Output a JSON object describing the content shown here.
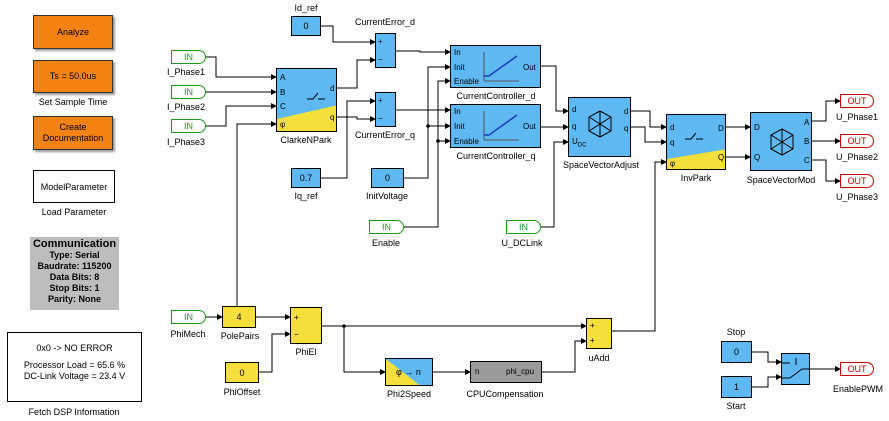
{
  "buttons": {
    "analyze": "Analyze",
    "sample_time": "Ts =  50.0us",
    "sample_time_caption": "Set Sample Time",
    "create_doc": "Create Documentation",
    "model_param": "ModelParameter",
    "model_param_caption": "Load Parameter"
  },
  "communication": {
    "title": "Communication",
    "type": "Type: Serial",
    "baudrate": "Baudrate: 115200",
    "data_bits": "Data Bits: 8",
    "stop_bits": "Stop Bits: 1",
    "parity": "Parity: None"
  },
  "dsp_info": {
    "status": "0x0 -> NO ERROR",
    "load": "Processor Load =  65.6 %",
    "voltage": "DC-Link Voltage =  23.4 V",
    "caption": "Fetch DSP Information"
  },
  "inports": {
    "in_text": "IN",
    "i_phase1": "I_Phase1",
    "i_phase2": "I_Phase2",
    "i_phase3": "I_Phase3",
    "enable": "Enable",
    "u_dclink": "U_DCLink",
    "phimech": "PhiMech"
  },
  "outports": {
    "out_text": "OUT",
    "u_phase1": "U_Phase1",
    "u_phase2": "U_Phase2",
    "u_phase3": "U_Phase3",
    "enablepwm": "EnablePWM"
  },
  "constants": {
    "id_ref_value": "0",
    "id_ref_label": "Id_ref",
    "iq_ref_value": "0.7",
    "iq_ref_label": "Iq_ref",
    "initvoltage_value": "0",
    "initvoltage_label": "InitVoltage",
    "polepairs_value": "4",
    "polepairs_label": "PolePairs",
    "phioffset_value": "0",
    "phioffset_label": "PhiOffset",
    "stop_value": "0",
    "stop_label": "Stop",
    "start_value": "1",
    "start_label": "Start"
  },
  "blocks": {
    "clarke_label": "ClarkeNPark",
    "clarke_a": "A",
    "clarke_b": "B",
    "clarke_c": "C",
    "clarke_phi": "φ",
    "clarke_d": "d",
    "clarke_q": "q",
    "err_d_label": "CurrentError_d",
    "err_q_label": "CurrentError_q",
    "plus": "+",
    "minus": "−",
    "cc_d_label": "CurrentController_d",
    "cc_q_label": "CurrentController_q",
    "cc_in": "In",
    "cc_init": "Init",
    "cc_enable": "Enable",
    "cc_out": "Out",
    "sva_label": "SpaceVectorAdjust",
    "sva_d": "d",
    "sva_q": "q",
    "sva_udc": "U",
    "sva_udc_sub": "DC",
    "invpark_label": "InvPark",
    "invpark_d": "d",
    "invpark_q": "q",
    "invpark_phi": "φ",
    "invpark_D": "D",
    "invpark_Q": "Q",
    "svm_label": "SpaceVectorMod",
    "svm_D": "D",
    "svm_Q": "Q",
    "svm_A": "A",
    "svm_B": "B",
    "svm_C": "C",
    "phiel_label": "PhiEl",
    "phi2speed_label": "Phi2Speed",
    "phi2speed_text": "φ → n",
    "cpucomp_label": "CPUCompensation",
    "cpucomp_n": "n",
    "cpucomp_phi": "phi_cpu",
    "uadd_label": "uAdd"
  },
  "colors": {
    "block_blue": "#5eb8f2",
    "button_orange": "#f58314",
    "gain_yellow": "#f5df3b",
    "inport_green": "#1a9a1a",
    "outport_red": "#cc0000"
  }
}
